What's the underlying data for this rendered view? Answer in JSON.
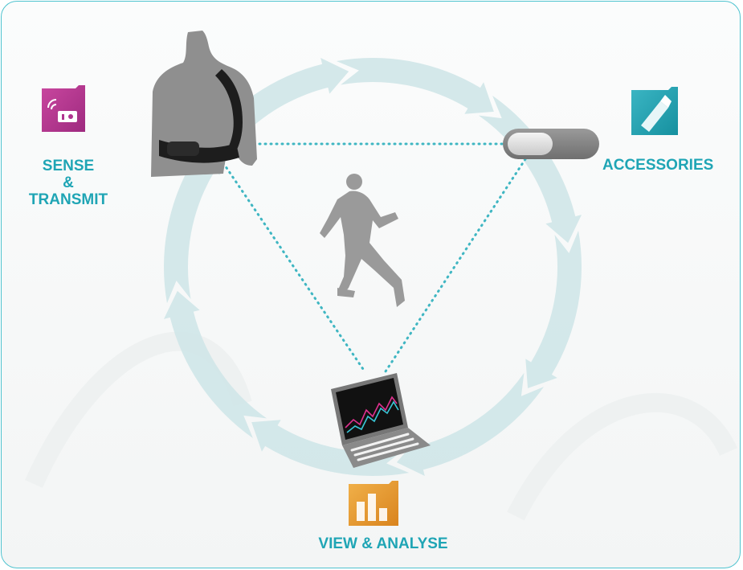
{
  "nodes": {
    "sense": {
      "label_line1": "SENSE",
      "label_line2": "&",
      "label_line3": "TRANSMIT",
      "icon": "sensor-transmit-icon",
      "color": "#b0338f"
    },
    "accessories": {
      "label": "ACCESSORIES",
      "icon": "usb-stick-icon",
      "color": "#1e9fae"
    },
    "view": {
      "label": "VIEW & ANALYSE",
      "icon": "bar-chart-icon",
      "color": "#e79a2e"
    }
  },
  "center_icon": "running-man-icon",
  "devices": [
    "chest-strap-torso",
    "usb-receiver",
    "laptop"
  ],
  "colors": {
    "accent_text": "#1fa5b5",
    "cycle_arrows": "#cfe6e8",
    "dotted_links": "#3fb6c2",
    "border": "#4fc3cf"
  }
}
